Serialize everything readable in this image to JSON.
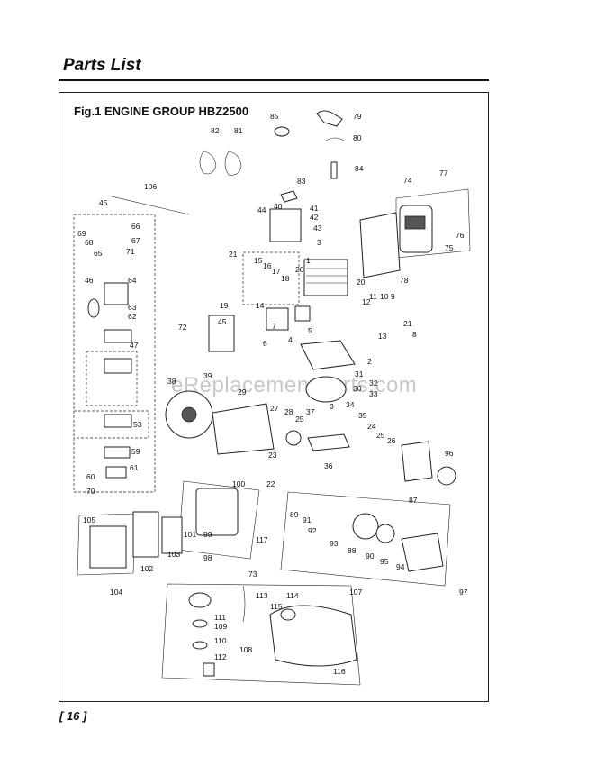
{
  "header": {
    "title": "Parts List"
  },
  "figure": {
    "title": "Fig.1 ENGINE GROUP HBZ2500"
  },
  "watermark": "eReplacementParts.com",
  "footer": {
    "page_number": "[ 16 ]"
  },
  "callouts": [
    "85",
    "79",
    "80",
    "82",
    "81",
    "84",
    "83",
    "106",
    "77",
    "74",
    "45",
    "44",
    "40",
    "41",
    "42",
    "43",
    "66",
    "69",
    "67",
    "68",
    "65",
    "71",
    "76",
    "75",
    "3",
    "21",
    "15",
    "16",
    "17",
    "18",
    "1",
    "20",
    "64",
    "46",
    "63",
    "62",
    "11",
    "10",
    "9",
    "12",
    "14",
    "19",
    "45",
    "6",
    "7",
    "4",
    "5",
    "8",
    "13",
    "72",
    "47",
    "78",
    "2",
    "31",
    "32",
    "33",
    "34",
    "30",
    "38",
    "39",
    "35",
    "29",
    "27",
    "28",
    "37",
    "25",
    "3",
    "24",
    "25",
    "26",
    "53",
    "96",
    "59",
    "61",
    "60",
    "70",
    "23",
    "36",
    "22",
    "100",
    "87",
    "89",
    "91",
    "92",
    "93",
    "88",
    "90",
    "95",
    "94",
    "101",
    "99",
    "105",
    "102",
    "103",
    "98",
    "117",
    "97",
    "73",
    "104",
    "107",
    "113",
    "114",
    "111",
    "115",
    "109",
    "110",
    "112",
    "108",
    "116"
  ]
}
